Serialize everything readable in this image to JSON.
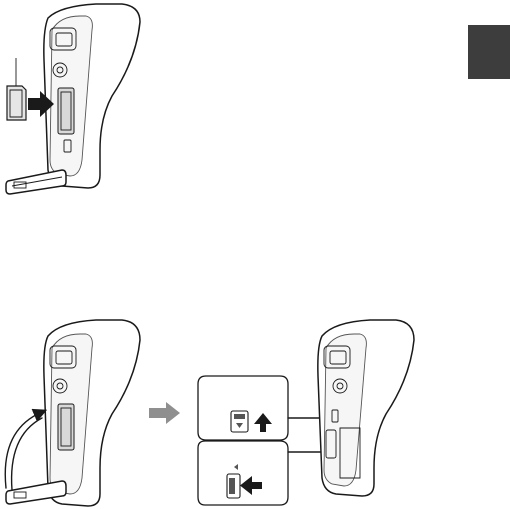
{
  "page": {
    "side_tab_color": "#3d3d3d",
    "figures": [
      {
        "id": "insert-card",
        "elements": [
          "camcorder-open-cover",
          "sd-card",
          "callout-line",
          "insert-arrow"
        ]
      },
      {
        "id": "close-and-lock",
        "elements": [
          "camcorder-closing-cover",
          "curved-close-arrow",
          "transition-arrow",
          "detail-inset-lock-slide",
          "detail-inset-lock-push",
          "camcorder-closed"
        ]
      }
    ],
    "icons": [
      "camcorder-icon",
      "sd-card-icon",
      "arrow-right-icon",
      "curved-arrow-icon",
      "arrow-up-icon",
      "arrow-left-icon",
      "lock-slider-icon"
    ]
  }
}
